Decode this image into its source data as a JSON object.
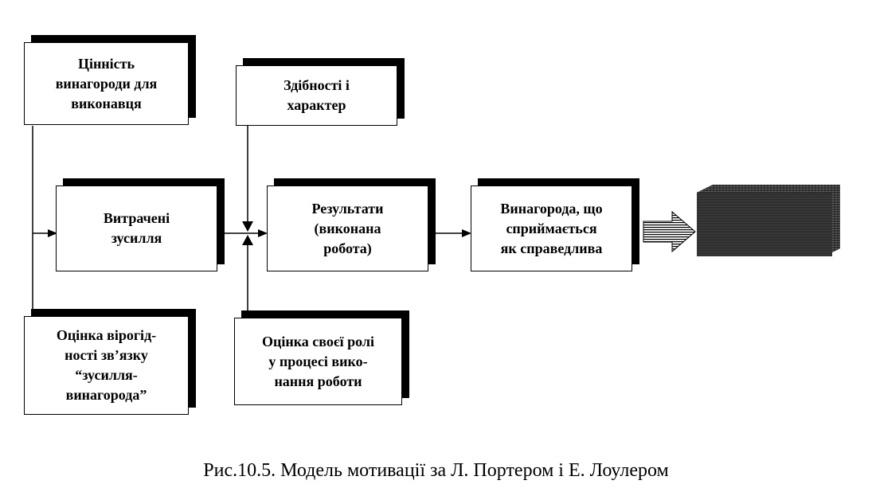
{
  "boxes": {
    "reward_value": "Цінність\nвинагороди для\nвиконавця",
    "abilities": "Здібності і\nхарактер",
    "effort": "Витрачені\nзусилля",
    "results": "Результати\n(виконана\nробота)",
    "perceived_reward": "Винагорода, що\nсприймається\nяк справедлива",
    "probability": "Оцінка вірогід-\nності зв’язку\n“зусилля-\nвинагорода”",
    "role": "Оцінка своєї ролі\nу процесі вико-\nнання роботи"
  },
  "caption": "Рис.10.5. Модель мотивації за Л. Портером і Е. Лоулером"
}
